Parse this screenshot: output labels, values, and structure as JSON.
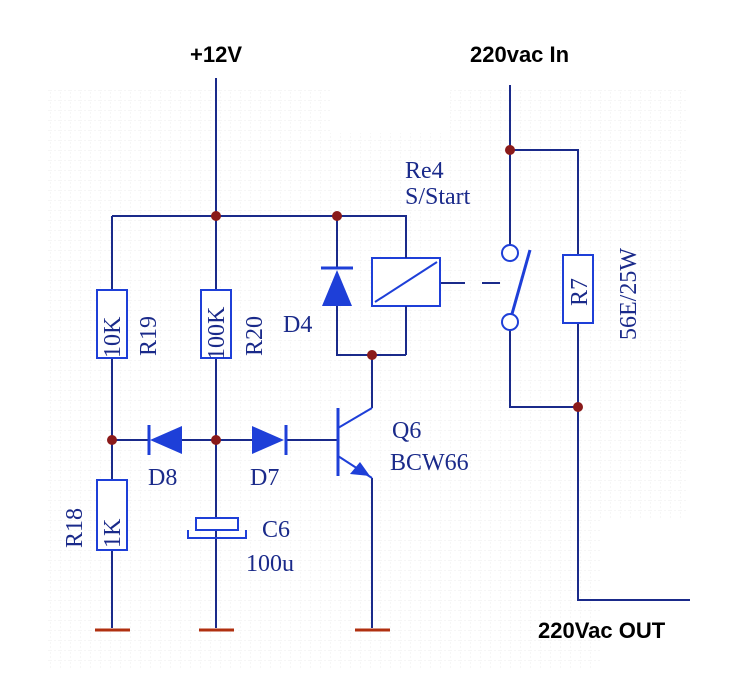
{
  "supply_label": "+12V",
  "ac_in_label": "220vac In",
  "ac_out_label": "220Vac OUT",
  "relay": {
    "ref": "Re4",
    "name": "S/Start"
  },
  "R19": {
    "ref": "R19",
    "value": "10K"
  },
  "R20": {
    "ref": "R20",
    "value": "100K"
  },
  "R18": {
    "ref": "R18",
    "value": "1K"
  },
  "R7": {
    "ref": "R7",
    "value": "56E/25W"
  },
  "D4": {
    "ref": "D4"
  },
  "D7": {
    "ref": "D7"
  },
  "D8": {
    "ref": "D8"
  },
  "Q6": {
    "ref": "Q6",
    "part": "BCW66"
  },
  "C6": {
    "ref": "C6",
    "value": "100u"
  },
  "colors": {
    "wire": "#1a2a8a",
    "symbol": "#1e3fd8",
    "node": "#8a1a1a",
    "ground": "#b03010",
    "grid": "#e8e8e8"
  }
}
